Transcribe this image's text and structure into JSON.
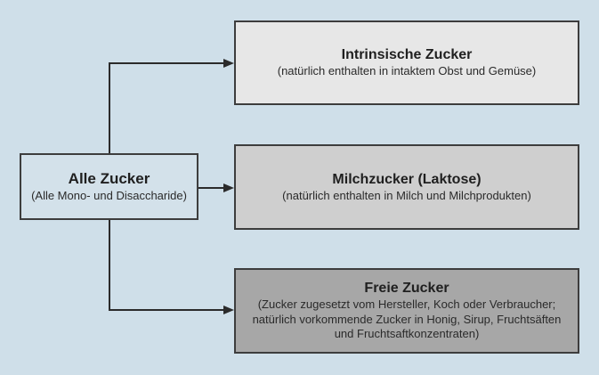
{
  "diagram": {
    "title_implicit": "Klassifikation der Zucker",
    "nodes": {
      "root": {
        "title": "Alle Zucker",
        "subtitle": "(Alle Mono- und Disaccharide)"
      },
      "intrinsic": {
        "title": "Intrinsische Zucker",
        "subtitle": "(natürlich enthalten in intaktem Obst und Gemüse)"
      },
      "lactose": {
        "title": "Milchzucker (Laktose)",
        "subtitle": "(natürlich enthalten in Milch und Milchprodukten)"
      },
      "free": {
        "title": "Freie Zucker",
        "subtitle": "(Zucker zugesetzt vom Hersteller, Koch oder Verbraucher; natürlich vorkommende Zucker in Honig, Sirup, Fruchtsäften und Fruchtsaftkonzentraten)"
      }
    },
    "colors": {
      "background": "#cfdfe9",
      "root_fill": "#d3e1ea",
      "intrinsic_fill": "#e7e7e7",
      "lactose_fill": "#cfcfcf",
      "free_fill": "#a7a7a7",
      "border": "#3d3d3d",
      "connector": "#2b2b2b",
      "text": "#1f1f1f"
    }
  }
}
